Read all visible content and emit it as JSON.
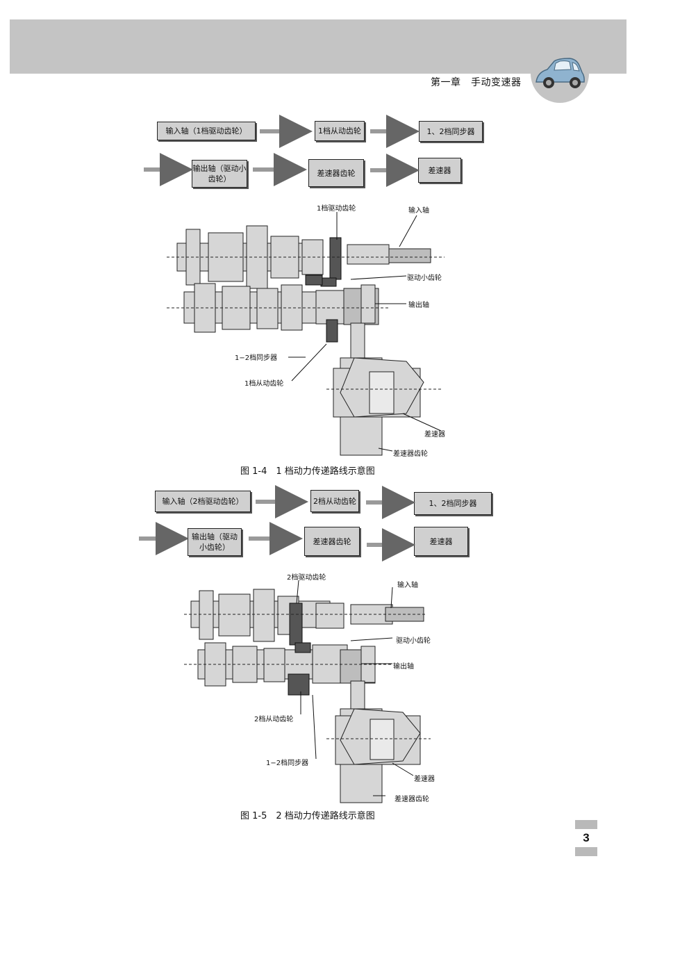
{
  "header": {
    "chapter": "第一章　手动变速器"
  },
  "figure1": {
    "flow_row1": [
      "输入轴（1档驱动齿轮）",
      "1档从动齿轮",
      "1、2档同步器"
    ],
    "flow_row2": [
      "输出轴（驱动小齿轮）",
      "差速器齿轮",
      "差速器"
    ],
    "labels": {
      "drive_gear": "1档驱动齿轮",
      "input_shaft": "输入轴",
      "pinion": "驱动小齿轮",
      "output_shaft": "输出轴",
      "synchronizer": "1−2档同步器",
      "driven_gear": "1档从动齿轮",
      "differential": "差速器",
      "diff_gear": "差速器齿轮"
    },
    "caption": "图 1-4　1 档动力传递路线示意图"
  },
  "figure2": {
    "flow_row1": [
      "输入轴（2档驱动齿轮）",
      "2档从动齿轮",
      "1、2档同步器"
    ],
    "flow_row2": [
      "输出轴（驱动小齿轮）",
      "差速器齿轮",
      "差速器"
    ],
    "labels": {
      "drive_gear": "2档驱动齿轮",
      "input_shaft": "输入轴",
      "pinion": "驱动小齿轮",
      "output_shaft": "输出轴",
      "driven_gear": "2档从动齿轮",
      "synchronizer": "1−2档同步器",
      "differential": "差速器",
      "diff_gear": "差速器齿轮"
    },
    "caption": "图 1-5　2 档动力传递路线示意图"
  },
  "page_number": "3",
  "colors": {
    "band": "#c4c4c4",
    "box": "#d0d0d0",
    "highlight": "#555555"
  }
}
